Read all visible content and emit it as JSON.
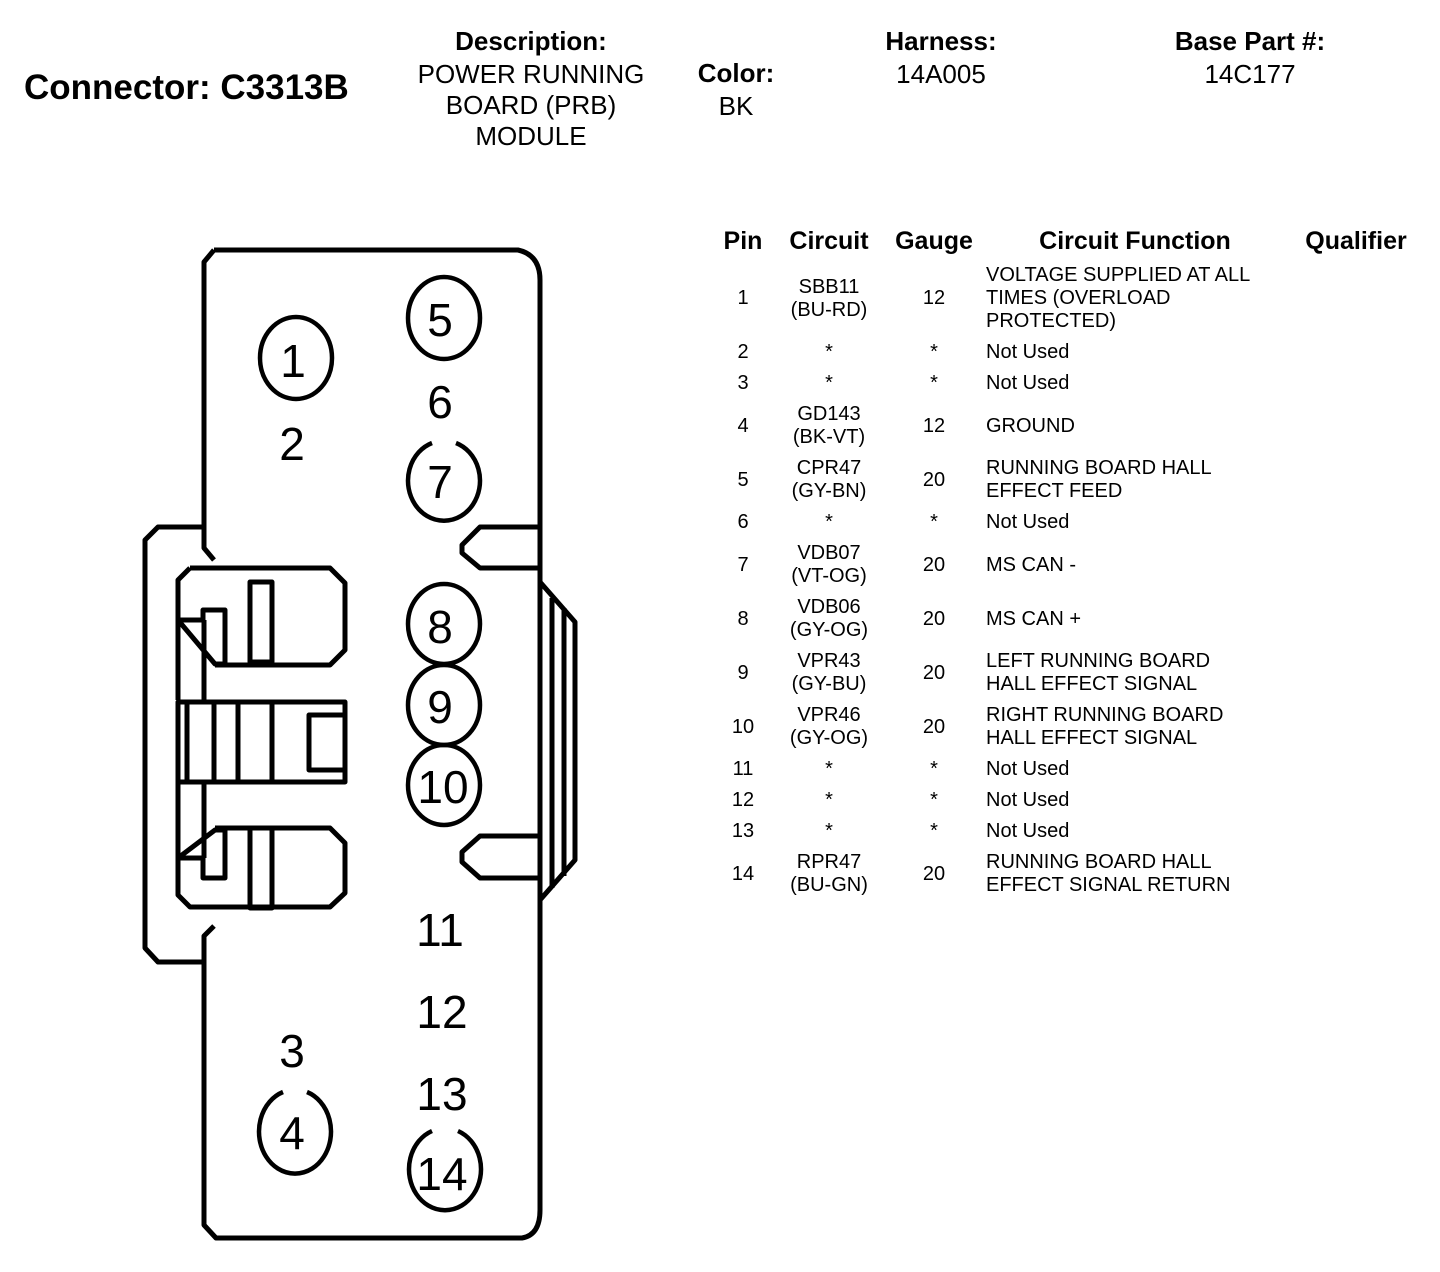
{
  "header": {
    "connector_label": "Connector: C3313B",
    "description_label": "Description:",
    "description_lines": [
      "POWER RUNNING",
      "BOARD (PRB)",
      "MODULE"
    ],
    "color_label": "Color:",
    "color_value": "BK",
    "harness_label": "Harness:",
    "harness_value": "14A005",
    "base_part_label": "Base Part #:",
    "base_part_value": "14C177"
  },
  "table": {
    "columns": [
      "Pin",
      "Circuit",
      "Gauge",
      "Circuit Function",
      "Qualifier"
    ],
    "rows": [
      {
        "pin": "1",
        "circuit": "SBB11",
        "wire_color": "(BU-RD)",
        "gauge": "12",
        "function": [
          "VOLTAGE SUPPLIED AT ALL",
          "TIMES (OVERLOAD",
          "PROTECTED)"
        ],
        "qualifier": ""
      },
      {
        "pin": "2",
        "circuit": "*",
        "wire_color": "",
        "gauge": "*",
        "function": [
          "Not Used"
        ],
        "qualifier": ""
      },
      {
        "pin": "3",
        "circuit": "*",
        "wire_color": "",
        "gauge": "*",
        "function": [
          "Not Used"
        ],
        "qualifier": ""
      },
      {
        "pin": "4",
        "circuit": "GD143",
        "wire_color": "(BK-VT)",
        "gauge": "12",
        "function": [
          "GROUND"
        ],
        "qualifier": ""
      },
      {
        "pin": "5",
        "circuit": "CPR47",
        "wire_color": "(GY-BN)",
        "gauge": "20",
        "function": [
          "RUNNING BOARD HALL",
          "EFFECT FEED"
        ],
        "qualifier": ""
      },
      {
        "pin": "6",
        "circuit": "*",
        "wire_color": "",
        "gauge": "*",
        "function": [
          "Not Used"
        ],
        "qualifier": ""
      },
      {
        "pin": "7",
        "circuit": "VDB07",
        "wire_color": "(VT-OG)",
        "gauge": "20",
        "function": [
          "MS CAN -"
        ],
        "qualifier": ""
      },
      {
        "pin": "8",
        "circuit": "VDB06",
        "wire_color": "(GY-OG)",
        "gauge": "20",
        "function": [
          "MS CAN +"
        ],
        "qualifier": ""
      },
      {
        "pin": "9",
        "circuit": "VPR43",
        "wire_color": "(GY-BU)",
        "gauge": "20",
        "function": [
          "LEFT RUNNING BOARD",
          "HALL EFFECT SIGNAL"
        ],
        "qualifier": ""
      },
      {
        "pin": "10",
        "circuit": "VPR46",
        "wire_color": "(GY-OG)",
        "gauge": "20",
        "function": [
          "RIGHT RUNNING BOARD",
          "HALL EFFECT SIGNAL"
        ],
        "qualifier": ""
      },
      {
        "pin": "11",
        "circuit": "*",
        "wire_color": "",
        "gauge": "*",
        "function": [
          "Not Used"
        ],
        "qualifier": ""
      },
      {
        "pin": "12",
        "circuit": "*",
        "wire_color": "",
        "gauge": "*",
        "function": [
          "Not Used"
        ],
        "qualifier": ""
      },
      {
        "pin": "13",
        "circuit": "*",
        "wire_color": "",
        "gauge": "*",
        "function": [
          "Not Used"
        ],
        "qualifier": ""
      },
      {
        "pin": "14",
        "circuit": "RPR47",
        "wire_color": "(BU-GN)",
        "gauge": "20",
        "function": [
          "RUNNING BOARD HALL",
          "EFFECT SIGNAL RETURN"
        ],
        "qualifier": ""
      }
    ]
  },
  "connector_face": {
    "pins": [
      {
        "label": "1",
        "circled": true,
        "style": "closed"
      },
      {
        "label": "2",
        "circled": false
      },
      {
        "label": "3",
        "circled": false
      },
      {
        "label": "4",
        "circled": true,
        "style": "notched"
      },
      {
        "label": "5",
        "circled": true,
        "style": "closed"
      },
      {
        "label": "6",
        "circled": false
      },
      {
        "label": "7",
        "circled": true,
        "style": "notched"
      },
      {
        "label": "8",
        "circled": true,
        "style": "closed"
      },
      {
        "label": "9",
        "circled": true,
        "style": "closed"
      },
      {
        "label": "10",
        "circled": true,
        "style": "closed"
      },
      {
        "label": "11",
        "circled": false
      },
      {
        "label": "12",
        "circled": false
      },
      {
        "label": "13",
        "circled": false
      },
      {
        "label": "14",
        "circled": true,
        "style": "notched"
      }
    ]
  }
}
